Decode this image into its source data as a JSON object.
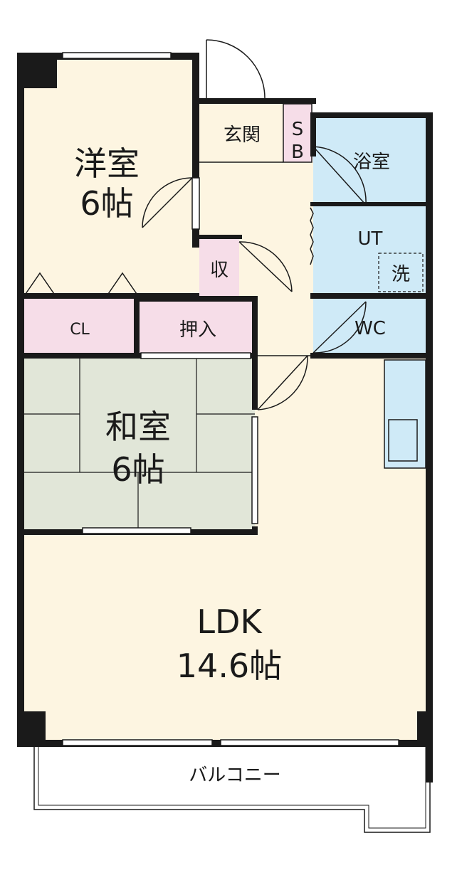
{
  "rooms": {
    "western": {
      "name": "洋室",
      "size": "6帖"
    },
    "japanese": {
      "name": "和室",
      "size": "6帖"
    },
    "ldk": {
      "name": "LDK",
      "size": "14.6帖"
    },
    "entrance": {
      "name": "玄関"
    },
    "shoe_box_top": "S",
    "shoe_box_bottom": "B",
    "bath": {
      "name": "浴室"
    },
    "utility": {
      "name": "UT"
    },
    "washer": {
      "name": "洗"
    },
    "toilet": {
      "name": "WC"
    },
    "storage": {
      "name": "収"
    },
    "closet": {
      "name": "CL"
    },
    "oshiire": {
      "name": "押入"
    },
    "balcony": {
      "name": "バルコニー"
    }
  },
  "colors": {
    "western_floor": "#fdf5e1",
    "ldk_floor": "#fdf5e1",
    "tatami": "#e1e6d8",
    "wet_area": "#cfeaf7",
    "storage": "#f6dde8",
    "wall": "#1a1a1a"
  }
}
